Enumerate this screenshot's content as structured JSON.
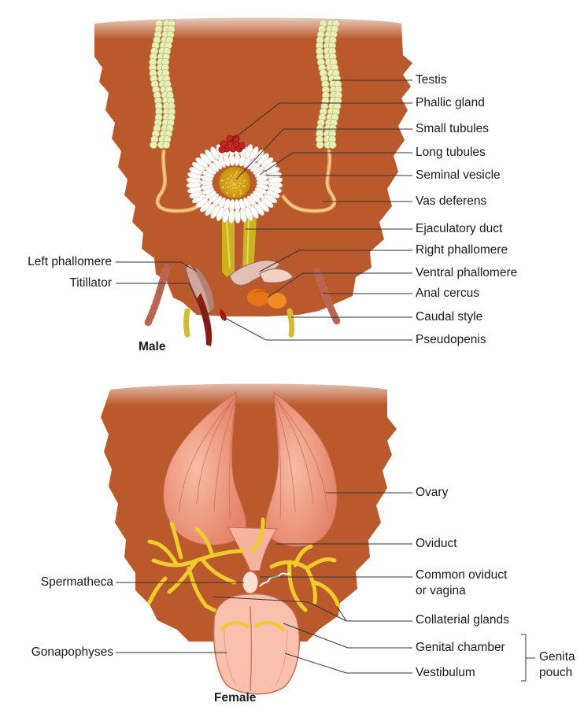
{
  "colors": {
    "abdomen": "#b9592c",
    "abdomen_dark": "#8e3c17",
    "testis": "#e9efbc",
    "vas": "#f0a85c",
    "gland": "#c8231e",
    "tubule": "#ffffff",
    "vesicle": "#d7a41a",
    "duct": "#ccb420",
    "phallomere": "#d2a59a",
    "ventral": "#e8741a",
    "cercus": "#dc8f78",
    "ovary": "#f2a38a",
    "collateral": "#f0cc2a",
    "vestibulum": "#f8c0ad",
    "leader": "#333333"
  },
  "male": {
    "caption": "Male",
    "labels": {
      "testis": "Testis",
      "phallic_gland": "Phallic gland",
      "small_tubules": "Small tubules",
      "long_tubules": "Long tubules",
      "seminal_vesicle": "Seminal vesicle",
      "vas_deferens": "Vas deferens",
      "ejaculatory_duct": "Ejaculatory duct",
      "right_phallomere": "Right phallomere",
      "ventral_phallomere": "Ventral phallomere",
      "anal_cercus": "Anal cercus",
      "caudal_style": "Caudal style",
      "pseudopenis": "Pseudopenis",
      "left_phallomere": "Left phallomere",
      "titillator": "Titillator"
    }
  },
  "female": {
    "caption": "Female",
    "labels": {
      "ovary": "Ovary",
      "oviduct": "Oviduct",
      "common_oviduct_1": "Common oviduct",
      "common_oviduct_2": "or vagina",
      "collaterial_glands": "Collaterial glands",
      "genital_chamber": "Genital chamber",
      "vestibulum": "Vestibulum",
      "genital_pouch_1": "Genita",
      "genital_pouch_2": "pouch",
      "spermatheca": "Spermatheca",
      "gonapophyses": "Gonapophyses"
    }
  }
}
